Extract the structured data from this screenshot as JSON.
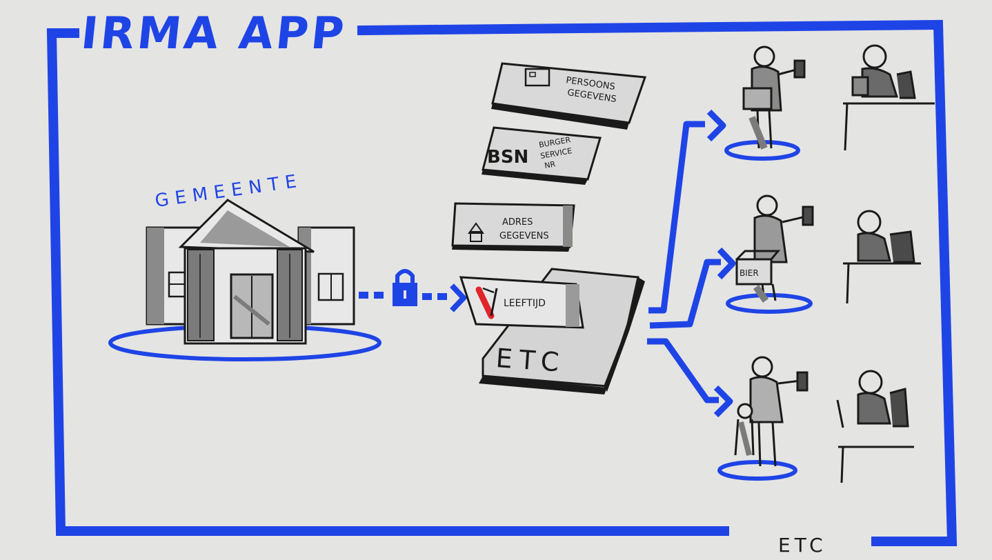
{
  "title": "IRMA APP",
  "source": {
    "label": "GEMEENTE"
  },
  "cards": [
    {
      "line1": "PERSOONS",
      "line2": "GEGEVENS",
      "icon": "id-card-icon"
    },
    {
      "abbr": "BSN",
      "line1": "BURGER",
      "line2": "SERVICE",
      "line3": "NR"
    },
    {
      "line1": "ADRES",
      "line2": "GEGEVENS",
      "icon": "house-icon"
    },
    {
      "line1": "LEEFTIJD",
      "icon": "checkmark-icon"
    }
  ],
  "stack_label": "ETC",
  "recipients": [
    {
      "item": "",
      "icon": "person-with-package-icon"
    },
    {
      "item": "BIER",
      "icon": "person-with-beer-crate-icon"
    },
    {
      "item": "",
      "icon": "person-with-child-icon"
    }
  ],
  "footer": "ETC",
  "colors": {
    "accent": "#1f44e6",
    "ink": "#1a1a1a",
    "check": "#e0242a",
    "paper": "#e4e4e2"
  }
}
